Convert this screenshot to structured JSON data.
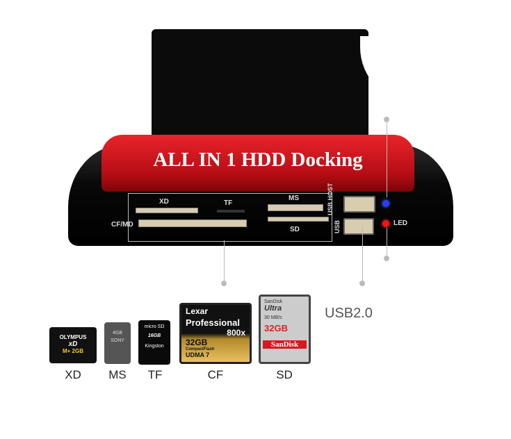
{
  "product": {
    "title": "ALL IN 1 HDD Docking",
    "slots": {
      "xd": "XD",
      "tf": "TF",
      "ms": "MS",
      "sd": "SD",
      "cfmd": "CF/MD"
    },
    "usb_host": "USB HOST",
    "usb": "USB",
    "led": "LED",
    "led_colors": {
      "blue": "#2a3cff",
      "red": "#ff1010"
    },
    "brand_red": "#d81820"
  },
  "callout": {
    "usb": "USB2.0"
  },
  "cards": [
    {
      "label": "XD",
      "text": [
        "OLYMPUS",
        "xD",
        "M+ 2GB"
      ]
    },
    {
      "label": "MS",
      "text": [
        "4GB",
        "SONY"
      ]
    },
    {
      "label": "TF",
      "text": [
        "micro SD",
        "16GB",
        "Kingston"
      ]
    },
    {
      "label": "CF",
      "text": [
        "Lexar",
        "Professional",
        "800x",
        "32GB",
        "CompactFlash",
        "UDMA 7"
      ]
    },
    {
      "label": "SD",
      "text": [
        "SanDisk",
        "Ultra",
        "30 MB/s",
        "32GB",
        "SanDisk"
      ]
    }
  ]
}
